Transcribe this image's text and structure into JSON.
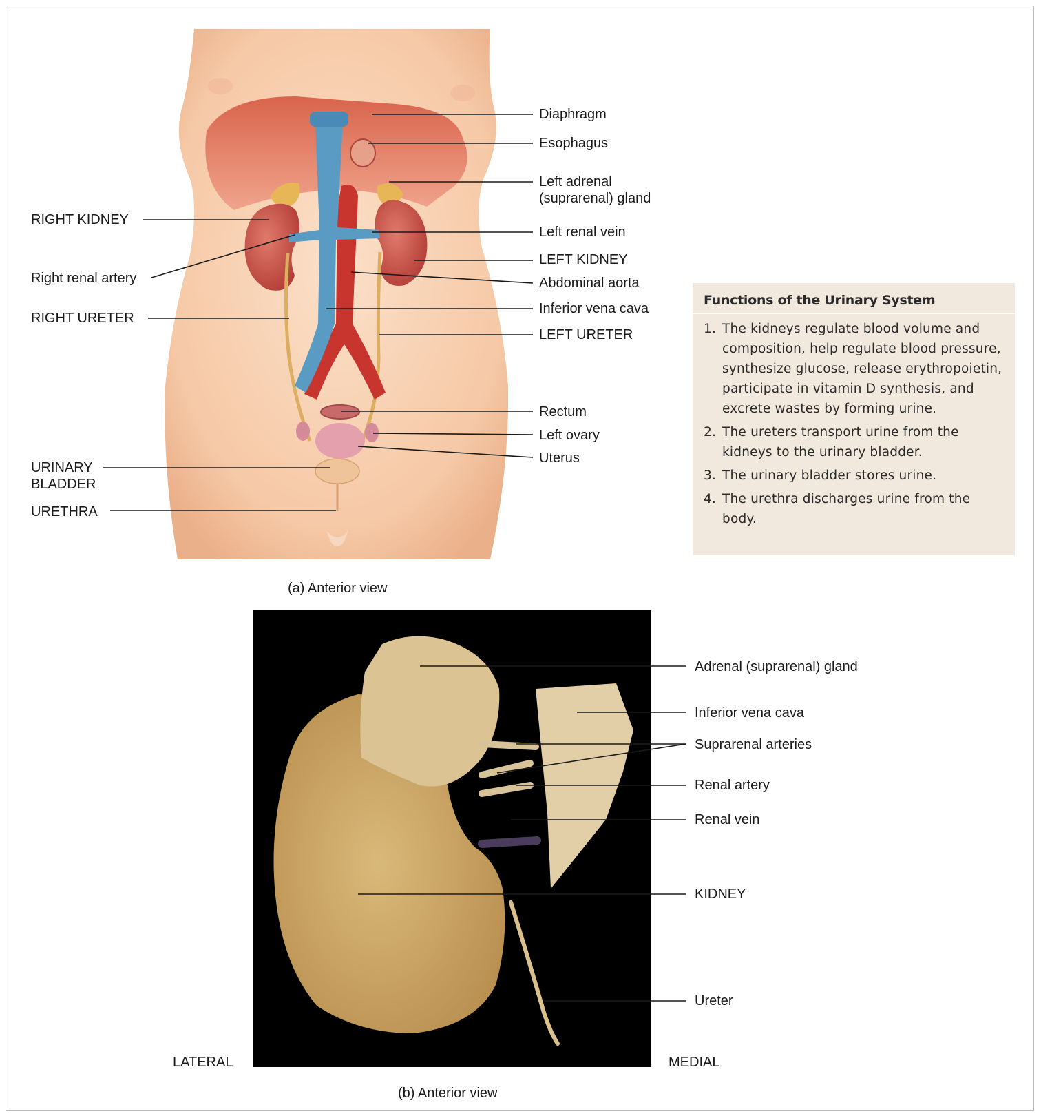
{
  "panel_a": {
    "caption": "(a) Anterior view",
    "labels_left": {
      "right_kidney": "RIGHT KIDNEY",
      "right_renal_artery": "Right renal artery",
      "right_ureter": "RIGHT URETER",
      "urinary_bladder_1": "URINARY",
      "urinary_bladder_2": "BLADDER",
      "urethra": "URETHRA"
    },
    "labels_right": {
      "diaphragm": "Diaphragm",
      "esophagus": "Esophagus",
      "left_adrenal_1": "Left adrenal",
      "left_adrenal_2": "(suprarenal) gland",
      "left_renal_vein": "Left renal vein",
      "left_kidney": "LEFT KIDNEY",
      "abdominal_aorta": "Abdominal aorta",
      "inferior_vena_cava": "Inferior vena cava",
      "left_ureter": "LEFT URETER",
      "rectum": "Rectum",
      "left_ovary": "Left ovary",
      "uterus": "Uterus"
    }
  },
  "functions_box": {
    "title": "Functions of the Urinary System",
    "items": [
      {
        "num": "1.",
        "text": "The kidneys regulate blood volume and composition, help regulate blood pressure, synthesize glucose, release erythropoietin, participate in vitamin D synthesis, and excrete wastes by forming urine."
      },
      {
        "num": "2.",
        "text": "The ureters transport urine from the kidneys to the urinary bladder."
      },
      {
        "num": "3.",
        "text": "The urinary bladder stores urine."
      },
      {
        "num": "4.",
        "text": "The urethra discharges urine from the body."
      }
    ]
  },
  "panel_b": {
    "caption": "(b) Anterior view",
    "lateral": "LATERAL",
    "medial": "MEDIAL",
    "labels": {
      "adrenal_gland": "Adrenal (suprarenal) gland",
      "inferior_vena_cava": "Inferior vena cava",
      "suprarenal_arteries": "Suprarenal arteries",
      "renal_artery": "Renal artery",
      "renal_vein": "Renal vein",
      "kidney": "KIDNEY",
      "ureter": "Ureter"
    }
  },
  "colors": {
    "skin": "#f7cfb0",
    "diaphragm": "#e07a5f",
    "vein": "#5a9bc4",
    "artery": "#c8352f",
    "kidney": "#c4473f",
    "ureter": "#e6c07a",
    "specimen": "#c9a466",
    "photo_bg": "#000000",
    "box_bg": "#f1e9dd"
  }
}
